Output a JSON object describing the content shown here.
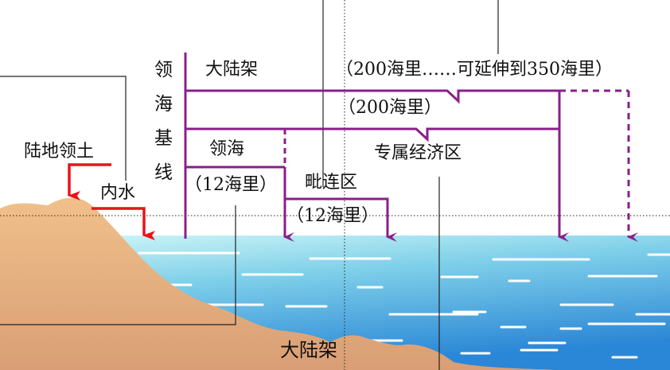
{
  "diagram": {
    "title_hidden": "",
    "baseline_label": [
      "领",
      "海",
      "基",
      "线"
    ],
    "labels": {
      "land_territory": "陆地领土",
      "internal_waters": "内水",
      "continental_shelf_top": "大陆架",
      "continental_shelf_range": "（200海里……可延伸到350海里）",
      "eez_range": "（200海里）",
      "eez": "专属经济区",
      "territorial_sea": "领海",
      "territorial_sea_range": "（12海里）",
      "contiguous_zone": "毗连区",
      "contiguous_zone_range": "（12海里）",
      "continental_shelf_bottom": "大陆架"
    },
    "colors": {
      "boundary_lines": "#8a1f8a",
      "pointer_arrows": "#e8141a",
      "sea_light": "#bfeef4",
      "sea_deep": "#2f8fd8",
      "land": "#e6ad7c",
      "wave_marks": "#ffffff"
    }
  }
}
